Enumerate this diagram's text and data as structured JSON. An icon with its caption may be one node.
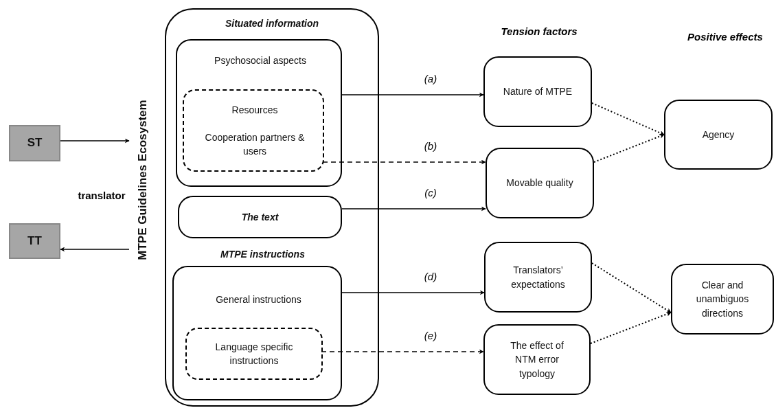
{
  "diagram": {
    "nodes": [
      {
        "text": [
          "ST"
        ]
      },
      {
        "text": [
          "TT"
        ]
      },
      {
        "text": [
          "MTPE Guidelines Ecosystem",
          "Situated information",
          "MTPE instructions"
        ]
      },
      {
        "text": [
          "Psychosocial aspects"
        ],
        "in": 2
      },
      {
        "text": [
          "Resources",
          "Cooperation partners & users"
        ],
        "in": 3
      },
      {
        "text": [
          "The text"
        ],
        "in": 2
      },
      {
        "text": [
          "General instructions"
        ],
        "in": 2
      },
      {
        "text": [
          "Language specific instructions"
        ],
        "in": 6
      },
      {
        "text": [
          "Nature of MTPE"
        ]
      },
      {
        "text": [
          "Movable quality"
        ]
      },
      {
        "text": [
          "Translators’ expectations"
        ]
      },
      {
        "text": [
          "The effect of NTM error typology"
        ]
      },
      {
        "text": [
          "Agency"
        ]
      },
      {
        "text": [
          "Clear and unambiguos directions"
        ]
      }
    ],
    "edges": [
      {
        "from": 0,
        "to": 2,
        "arrow": "to"
      },
      {
        "from": 2,
        "to": 1,
        "arrow": "to"
      },
      {
        "from": 3,
        "to": 8,
        "arrow": "to",
        "label": "(a)"
      },
      {
        "from": 4,
        "to": 9,
        "arrow": "to",
        "label": "(b)",
        "style": "dashed"
      },
      {
        "from": 5,
        "to": 9,
        "arrow": "to",
        "label": "(c)"
      },
      {
        "from": 6,
        "to": 10,
        "arrow": "to",
        "label": "(d)"
      },
      {
        "from": 7,
        "to": 11,
        "arrow": "to",
        "label": "(e)",
        "style": "dashed"
      },
      {
        "from": 8,
        "to": 12,
        "arrow": "to",
        "style": "dashed"
      },
      {
        "from": 9,
        "to": 12,
        "arrow": "to",
        "style": "dashed"
      },
      {
        "from": 10,
        "to": 13,
        "arrow": "to",
        "style": "dashed"
      },
      {
        "from": 11,
        "to": 13,
        "arrow": "to",
        "style": "dashed"
      }
    ],
    "labels": [
      "Tension factors",
      "Positive effects",
      "translator"
    ]
  }
}
